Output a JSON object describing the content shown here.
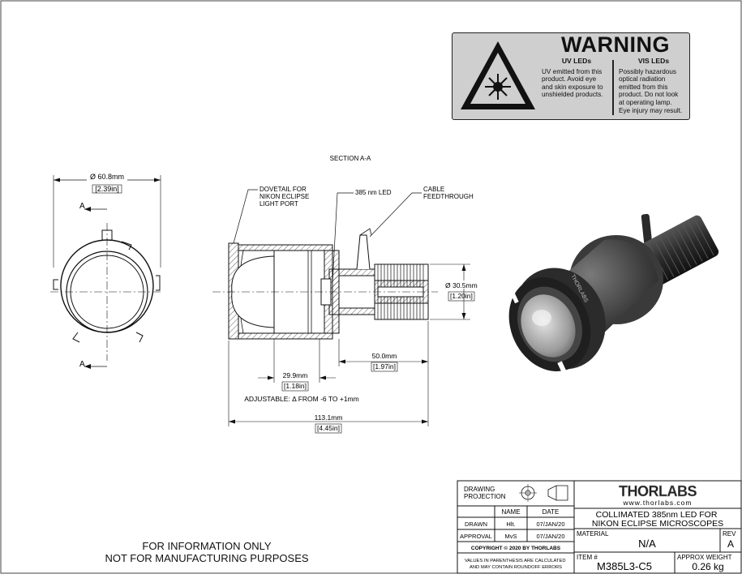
{
  "warning": {
    "title": "WARNING",
    "uv_heading": "UV LEDs",
    "uv_lines": [
      "UV emitted from this",
      "product. Avoid eye",
      "and skin exposure to",
      "unshielded products."
    ],
    "vis_heading": "VIS LEDs",
    "vis_lines": [
      "Possibly hazardous",
      "optical radiation",
      "emitted from this",
      "product. Do not look",
      "at operating lamp.",
      "Eye injury may result."
    ]
  },
  "drawing": {
    "section_title": "SECTION A-A",
    "diameter_mm": "Ø 60.8mm",
    "diameter_in": "[2.39in]",
    "section_marker": "A",
    "callout_dovetail": [
      "DOVETAIL FOR",
      "NIKON ECLIPSE",
      "LIGHT PORT"
    ],
    "callout_led": "385 nm LED",
    "callout_cable": [
      "CABLE",
      "FEEDTHROUGH"
    ],
    "dim_30_5_mm": "Ø 30.5mm",
    "dim_30_5_in": "[1.20in]",
    "dim_50_mm": "50.0mm",
    "dim_50_in": "[1.97in]",
    "dim_29_9_mm": "29.9mm",
    "dim_29_9_in": "[1.18in]",
    "adjustable_note": "ADJUSTABLE: Δ FROM -6 TO +1mm",
    "dim_113_mm": "113.1mm",
    "dim_113_in": "[4.45in]",
    "engraving": "THORLABS"
  },
  "notes": {
    "line1": "FOR INFORMATION ONLY",
    "line2": "NOT FOR MANUFACTURING PURPOSES"
  },
  "title_block": {
    "projection_label_1": "DRAWING",
    "projection_label_2": "PROJECTION",
    "col_name": "NAME",
    "col_date": "DATE",
    "row_drawn": "DRAWN",
    "drawn_name": "Hlt.",
    "drawn_date": "07/JAN/20",
    "row_approval": "APPROVAL",
    "approval_name": "MvS",
    "approval_date": "07/JAN/20",
    "copyright": "COPYRIGHT © 2020 BY THORLABS",
    "values_note_1": "VALUES IN PARENTHESIS ARE CALCULATED",
    "values_note_2": "AND MAY CONTAIN ROUNDOFF ERRORS",
    "logo": "THORLABS",
    "website": "www.thorlabs.com",
    "description_1": "COLLIMATED 385nm LED FOR",
    "description_2": "NIKON ECLIPSE MICROSCOPES",
    "material_label": "MATERIAL",
    "material_value": "N/A",
    "rev_label": "REV",
    "rev_value": "A",
    "item_label": "ITEM #",
    "item_value": "M385L3-C5",
    "weight_label": "APPROX WEIGHT",
    "weight_value": "0.26 kg"
  }
}
